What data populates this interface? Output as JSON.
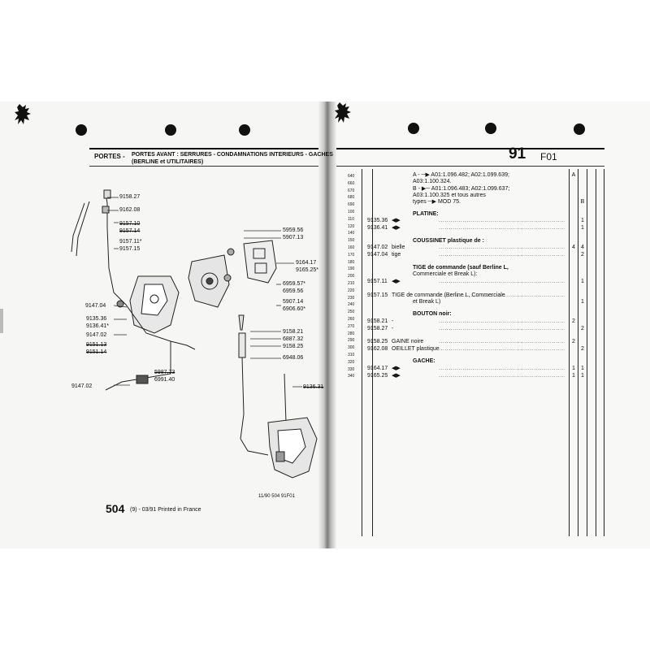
{
  "header": {
    "section": "PORTES -",
    "title_line1": "PORTES AVANT : SERRURES - CONDAMNATIONS INTERIEURS - GACHES",
    "title_line2": "(BERLINE et UTILITAIRES)",
    "page_number": "91",
    "page_code": "F01"
  },
  "footer": {
    "model": "504",
    "suffix": "(9) - 03/91 Printed in France",
    "ref_code": "11/90  504  91F01"
  },
  "callouts_left": [
    {
      "text": "9158.27",
      "strike": false
    },
    {
      "text": "9162.08",
      "strike": false
    },
    {
      "text": "9157.10",
      "strike": true
    },
    {
      "text": "9157.14",
      "strike": true
    },
    {
      "text": "9157.11*",
      "strike": false
    },
    {
      "text": "9157.15",
      "strike": false
    },
    {
      "text": "9147.04",
      "strike": false
    },
    {
      "text": "9135.36",
      "strike": false
    },
    {
      "text": "9136.41*",
      "strike": false
    },
    {
      "text": "9147.02",
      "strike": false
    },
    {
      "text": "9151.13",
      "strike": true
    },
    {
      "text": "9151.14",
      "strike": true
    },
    {
      "text": "9147.02",
      "strike": false
    }
  ],
  "callouts_right": [
    {
      "text": "5959.56",
      "strike": false
    },
    {
      "text": "5907.13",
      "strike": false
    },
    {
      "text": "9164.17",
      "strike": false
    },
    {
      "text": "9165.25*",
      "strike": false
    },
    {
      "text": "6959.57*",
      "strike": false
    },
    {
      "text": "6959.56",
      "strike": false
    },
    {
      "text": "5907.14",
      "strike": false
    },
    {
      "text": "6906.60*",
      "strike": false
    },
    {
      "text": "9158.21",
      "strike": false
    },
    {
      "text": "6887.32",
      "strike": false
    },
    {
      "text": "9158.25",
      "strike": false
    },
    {
      "text": "6948.06",
      "strike": false
    },
    {
      "text": "5987.73",
      "strike": true
    },
    {
      "text": "6991.40",
      "strike": false
    },
    {
      "text": "9136.31",
      "strike": true
    }
  ],
  "line_numbers": [
    "640",
    "660",
    "670",
    "680",
    "690",
    "100",
    "110",
    "120",
    "140",
    "150",
    "160",
    "170",
    "180",
    "190",
    "200",
    "210",
    "220",
    "230",
    "240",
    "250",
    "260",
    "270",
    "280",
    "290",
    "300",
    "310",
    "320",
    "330",
    "340"
  ],
  "parts_list": [
    {
      "part": "",
      "desc": "A - ─▶ A01:1.096.482; A02:1.099.639;",
      "q1": "",
      "q2": "A"
    },
    {
      "part": "",
      "desc": "       A03:1.100.324.",
      "q1": "",
      "q2": ""
    },
    {
      "part": "",
      "desc": "B - ▶─ A01:1.096.483; A02:1.099.637;",
      "q1": "",
      "q2": ""
    },
    {
      "part": "",
      "desc": "       A03:1.100.325 et tous autres",
      "q1": "",
      "q2": ""
    },
    {
      "part": "",
      "desc": "       types ─▶ MOD 75.",
      "q1": "",
      "q2": "B"
    },
    {
      "part": "",
      "desc": "PLATINE:",
      "q1": "",
      "q2": "",
      "heading": true
    },
    {
      "part": "9135.36",
      "desc": "◀▶",
      "q1": "",
      "q2": "1"
    },
    {
      "part": "9136.41",
      "desc": "◀▶",
      "q1": "",
      "q2": "1"
    },
    {
      "part": "",
      "desc": "COUSSINET plastique de :",
      "q1": "",
      "q2": "",
      "heading": true
    },
    {
      "part": "9147.02",
      "desc": "bielle",
      "q1": "4",
      "q2": "4"
    },
    {
      "part": "9147.04",
      "desc": "tige",
      "q1": "",
      "q2": "2"
    },
    {
      "part": "",
      "desc": "TIGE de commande (sauf Berline L,",
      "q1": "",
      "q2": "",
      "heading": true
    },
    {
      "part": "",
      "desc": "Commerciale et Break L):",
      "q1": "",
      "q2": ""
    },
    {
      "part": "9157.11",
      "desc": "◀▶",
      "q1": "",
      "q2": "1"
    },
    {
      "part": "9157.15",
      "desc": "TIGE de commande (Berline L, Commerciale",
      "q1": "",
      "q2": ""
    },
    {
      "part": "",
      "desc": "et Break L)",
      "q1": "",
      "q2": "1"
    },
    {
      "part": "",
      "desc": "BOUTON noir:",
      "q1": "",
      "q2": "",
      "heading": true
    },
    {
      "part": "9158.21",
      "desc": "-",
      "q1": "2",
      "q2": ""
    },
    {
      "part": "9158.27",
      "desc": "-",
      "q1": "",
      "q2": "2"
    },
    {
      "part": "9158.25",
      "desc": "GAINE noire",
      "q1": "2",
      "q2": ""
    },
    {
      "part": "9162.08",
      "desc": "OEILLET plastique",
      "q1": "",
      "q2": "2"
    },
    {
      "part": "",
      "desc": "GACHE:",
      "q1": "",
      "q2": "",
      "heading": true
    },
    {
      "part": "9164.17",
      "desc": "◀▶",
      "q1": "1",
      "q2": "1"
    },
    {
      "part": "9165.25",
      "desc": "◀▶",
      "q1": "1",
      "q2": "1"
    }
  ]
}
